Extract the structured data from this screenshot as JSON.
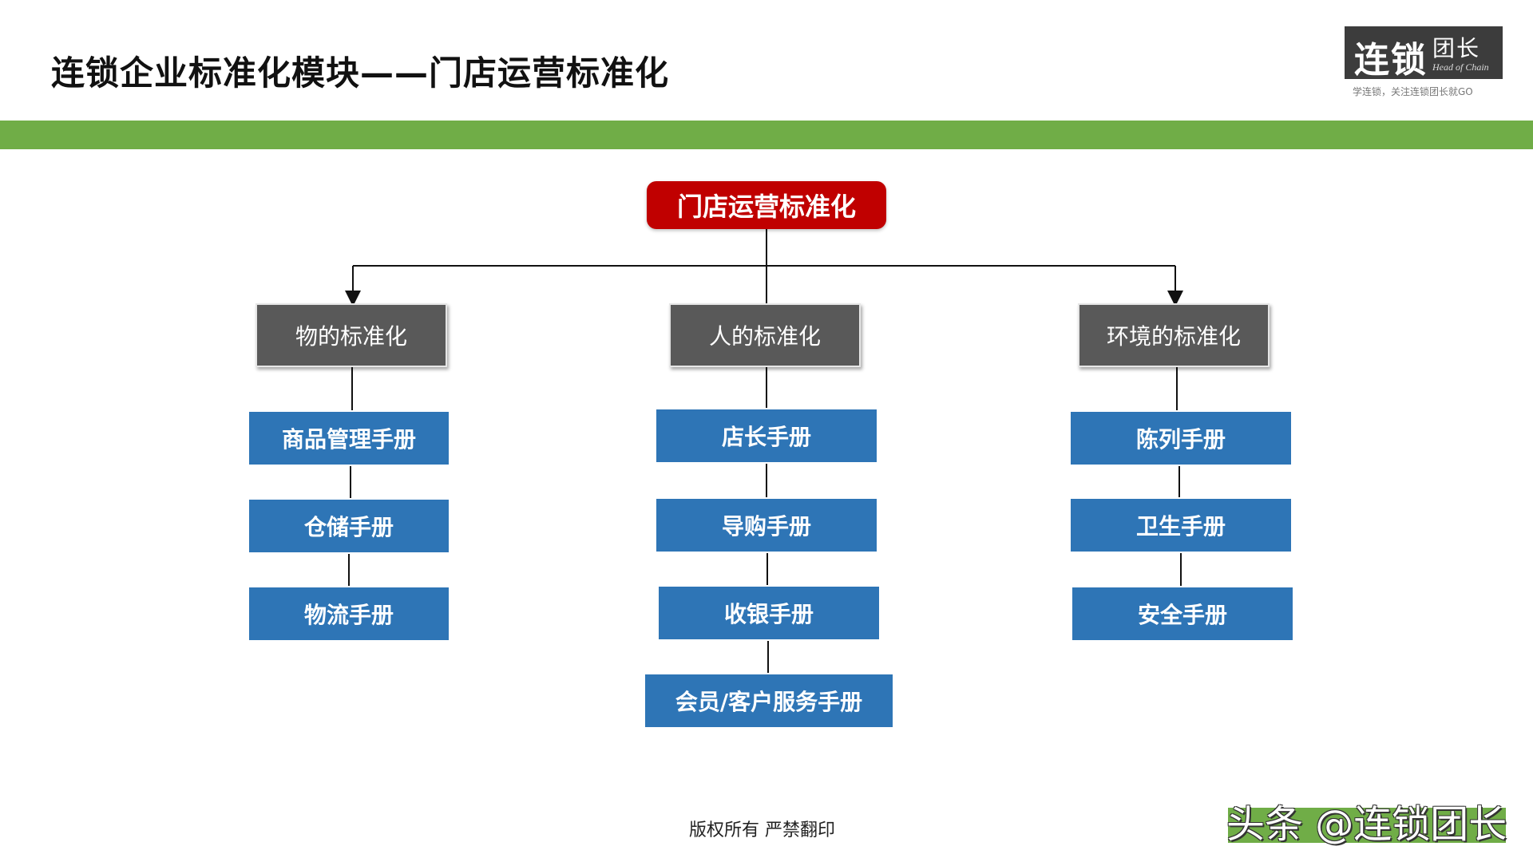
{
  "header": {
    "title": "连锁企业标准化模块——门店运营标准化",
    "logo": {
      "main": "连锁",
      "side": "团长",
      "english": "Head of Chain",
      "tagline": "学连锁，关注连锁团长就GO"
    }
  },
  "diagram": {
    "root": "门店运营标准化",
    "categories": [
      {
        "label": "物的标准化",
        "items": [
          "商品管理手册",
          "仓储手册",
          "物流手册"
        ]
      },
      {
        "label": "人的标准化",
        "items": [
          "店长手册",
          "导购手册",
          "收银手册",
          "会员/客户服务手册"
        ]
      },
      {
        "label": "环境的标准化",
        "items": [
          "陈列手册",
          "卫生手册",
          "安全手册"
        ]
      }
    ]
  },
  "footer": {
    "copyright": "版权所有   严禁翻印",
    "watermark": "头条 @连锁团长"
  },
  "colors": {
    "accent_green": "#70ad47",
    "root_red": "#c00000",
    "category_gray": "#595959",
    "manual_blue": "#2e75b6"
  }
}
